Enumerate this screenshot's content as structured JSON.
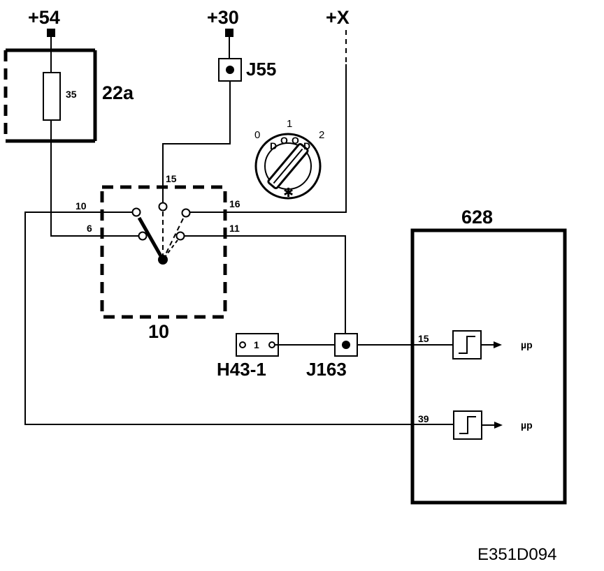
{
  "terminals": {
    "t54": "+54",
    "t30": "+30",
    "tx": "+X"
  },
  "fuse": {
    "label": "22a",
    "rating": "35"
  },
  "connectors": {
    "j55": "J55",
    "j163": "J163",
    "h43": "H43-1",
    "h43_pin": "1"
  },
  "switch": {
    "label": "10",
    "pin_10": "10",
    "pin_6": "6",
    "pin_15": "15",
    "pin_16": "16",
    "pin_11": "11",
    "knob_pos_0": "0",
    "knob_pos_1": "1",
    "knob_pos_2": "2",
    "knob_mark": "✱"
  },
  "module": {
    "label": "628",
    "pin_15": "15",
    "pin_39": "39",
    "out_a": "µp",
    "out_b": "µp"
  },
  "figure_code": "E351D094"
}
